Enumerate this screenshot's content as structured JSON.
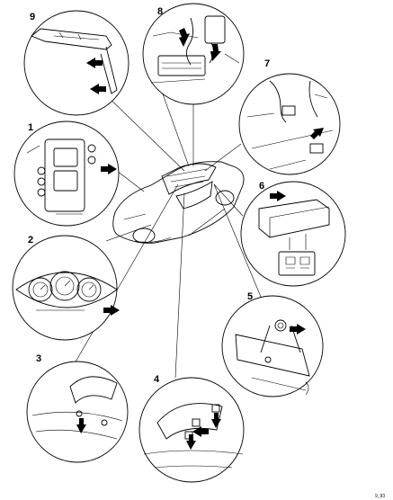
{
  "callouts": [
    {
      "id": "1",
      "label": "1"
    },
    {
      "id": "2",
      "label": "2"
    },
    {
      "id": "3",
      "label": "3"
    },
    {
      "id": "4",
      "label": "4"
    },
    {
      "id": "5",
      "label": "5"
    },
    {
      "id": "6",
      "label": "6"
    },
    {
      "id": "7",
      "label": "7"
    },
    {
      "id": "8",
      "label": "8"
    },
    {
      "id": "9",
      "label": "9"
    }
  ],
  "figure_ref": "9_93"
}
